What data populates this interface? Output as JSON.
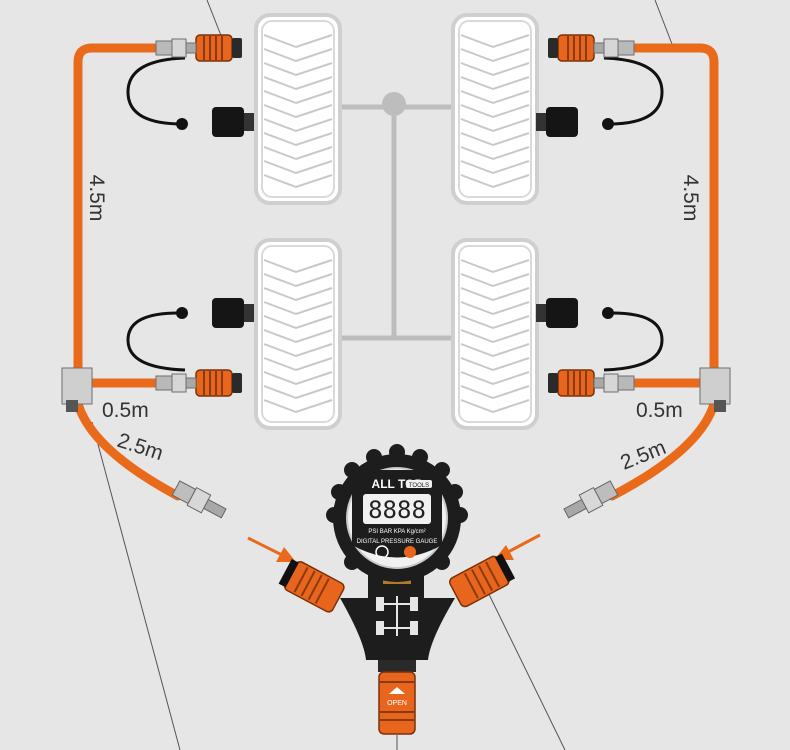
{
  "colors": {
    "background": "#e6e6e6",
    "hose": "#ea6a1c",
    "coupler": "#e8651d",
    "tire_outline": "#cfcfcf",
    "axle": "#bdbdbd",
    "gauge_body": "#1d1d1d"
  },
  "labels": {
    "left_main_hose": "4.5m",
    "right_main_hose": "4.5m",
    "left_short_hose": "0.5m",
    "right_short_hose": "0.5m",
    "left_feed_hose": "2.5m",
    "right_feed_hose": "2.5m"
  },
  "gauge": {
    "brand": "ALL TOP",
    "model": "TOOLS",
    "display": "8888",
    "units": "PSI BAR KPA Kg/cm²",
    "caption": "DIGITAL PRESSURE GAUGE",
    "valve_label": "OPEN"
  },
  "icons": [
    "tire-icon",
    "bulb-icon",
    "power-icon",
    "chassis-icon",
    "arrow-icon"
  ]
}
